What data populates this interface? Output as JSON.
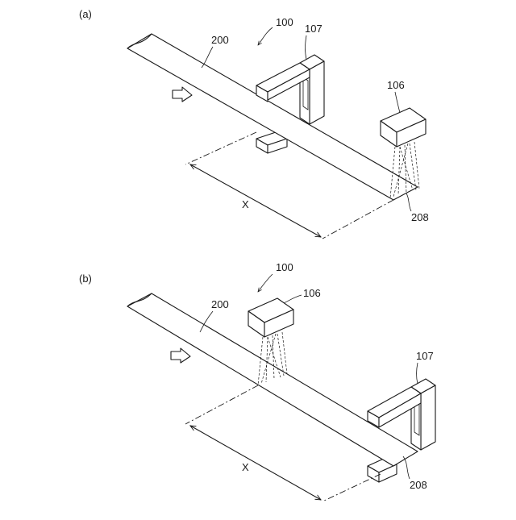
{
  "panels": [
    {
      "panel_label": "(a)",
      "system_label": "100",
      "sheet_label": "200",
      "camera_label": "106",
      "frame_label": "107",
      "spot_label": "208",
      "distance_label": "X"
    },
    {
      "panel_label": "(b)",
      "system_label": "100",
      "sheet_label": "200",
      "camera_label": "106",
      "frame_label": "107",
      "spot_label": "208",
      "distance_label": "X"
    }
  ]
}
